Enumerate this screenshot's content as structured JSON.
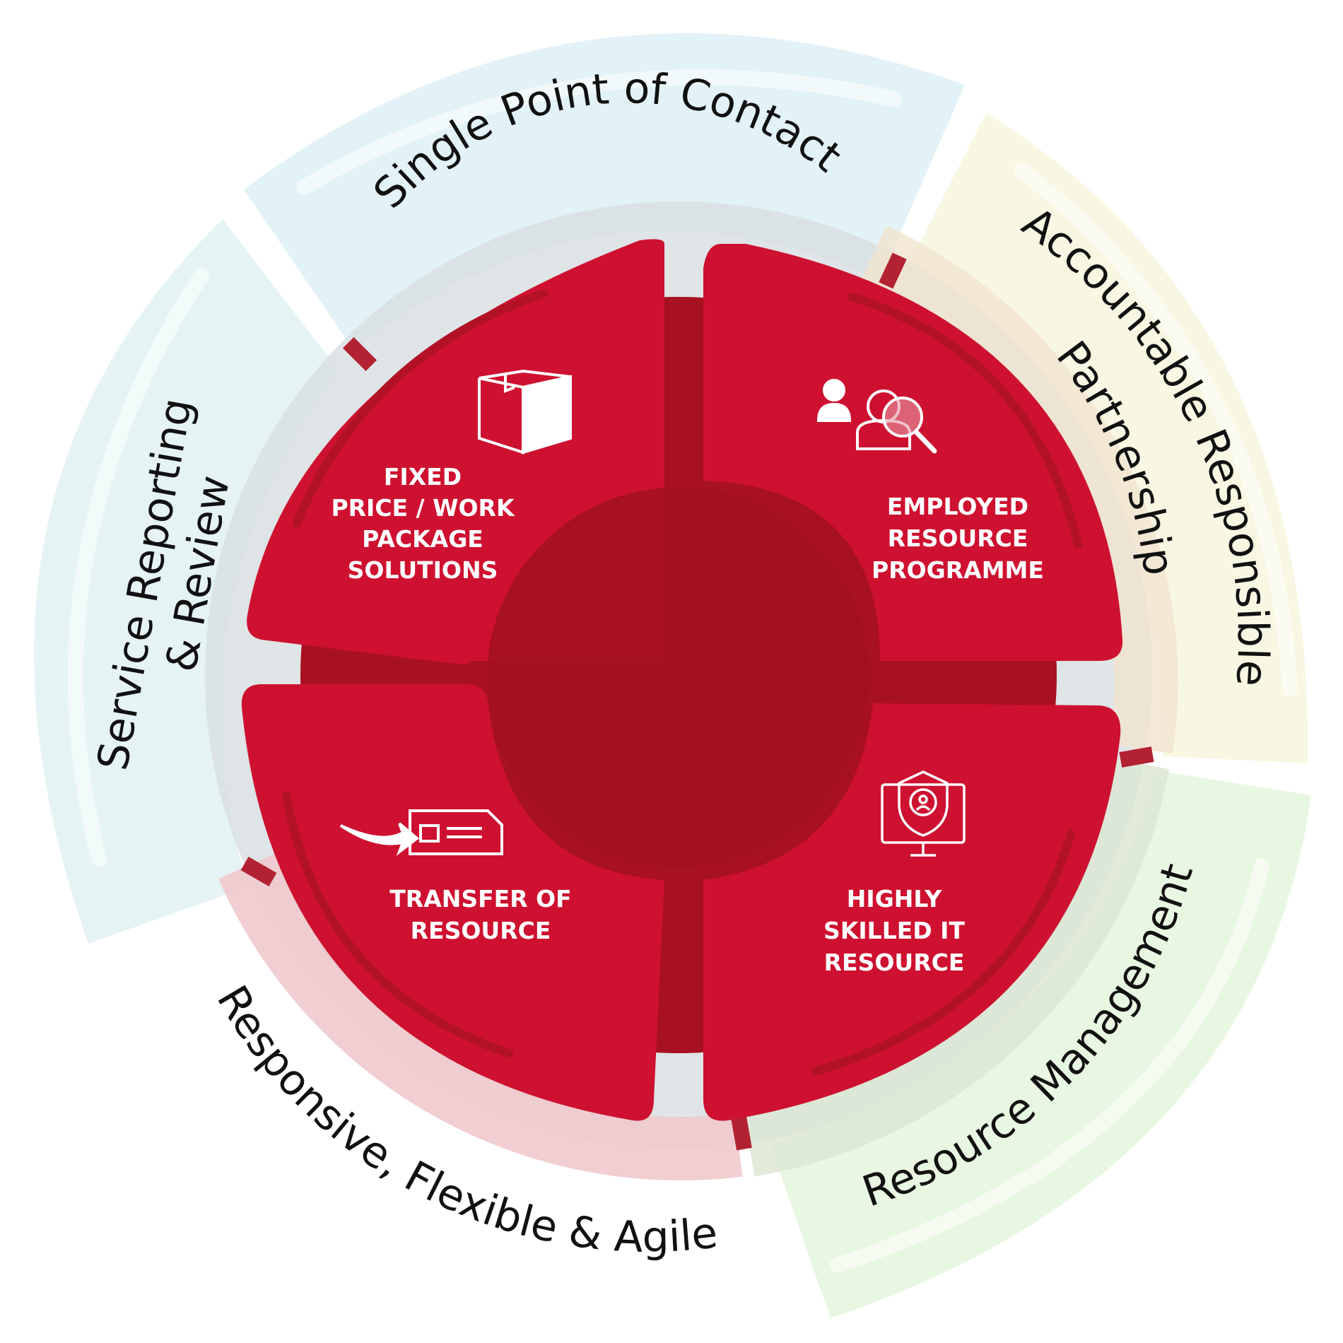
{
  "colors": {
    "primary_red": "#CE1130",
    "dark_red": "#A8111F",
    "hub_red": "#A5101E"
  },
  "outer_ring": [
    {
      "id": "single-point-of-contact",
      "label": "Single Point of Contact",
      "color": "#E2F2F7"
    },
    {
      "id": "accountable-responsible-partnership",
      "lines": [
        "Accountable Responsible",
        "Partnership"
      ],
      "color": "#F7F7E3"
    },
    {
      "id": "resource-management",
      "label": "Resource Management",
      "color": "#E8F7E1"
    },
    {
      "id": "responsive-flexible-agile",
      "label": "Responsive, Flexible & Agile",
      "color": "#FFFFFF"
    },
    {
      "id": "service-reporting-review",
      "lines": [
        "Service Reporting",
        "& Review"
      ],
      "color": "#E5F3F4"
    }
  ],
  "quadrants": [
    {
      "id": "fixed-price",
      "lines": [
        "FIXED",
        "PRICE / WORK",
        "PACKAGE",
        "SOLUTIONS"
      ],
      "icon": "box-icon"
    },
    {
      "id": "employed-resource",
      "lines": [
        "EMPLOYED",
        "RESOURCE",
        "PROGRAMME"
      ],
      "icon": "people-search-icon"
    },
    {
      "id": "highly-skilled",
      "lines": [
        "HIGHLY",
        "SKILLED IT",
        "RESOURCE"
      ],
      "icon": "security-monitor-icon"
    },
    {
      "id": "transfer-of-resource",
      "lines": [
        "TRANSFER OF",
        "RESOURCE"
      ],
      "icon": "transfer-document-icon"
    }
  ]
}
